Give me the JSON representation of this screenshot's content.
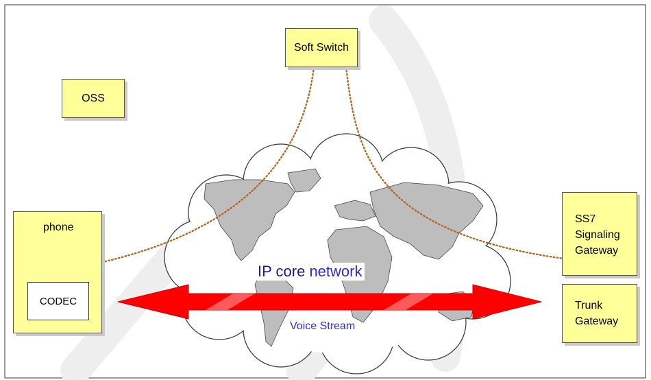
{
  "nodes": {
    "soft_switch": "Soft Switch",
    "oss": "OSS",
    "phone": "phone",
    "codec": "CODEC",
    "ss7_line1": "SS7",
    "ss7_line2": "Signaling",
    "ss7_line3": "Gateway",
    "trunk_line1": "Trunk",
    "trunk_line2": "Gateway"
  },
  "network": {
    "label_ip": "IP core",
    "label_network": "network",
    "voice_stream": "Voice Stream"
  },
  "colors": {
    "box_fill": "#ffff99",
    "signal_line": "#b5651d",
    "voice_arrow": "#ff0000",
    "ip_text": "#1a1a8c",
    "voice_text": "#2b2bd6"
  }
}
